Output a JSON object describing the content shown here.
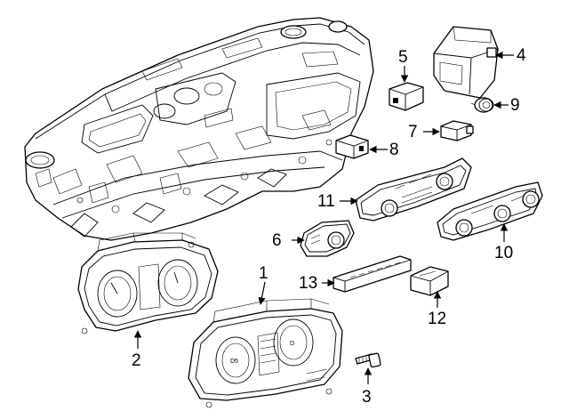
{
  "diagram": {
    "callouts": [
      {
        "id": "1",
        "label": "1"
      },
      {
        "id": "2",
        "label": "2"
      },
      {
        "id": "3",
        "label": "3"
      },
      {
        "id": "4",
        "label": "4"
      },
      {
        "id": "5",
        "label": "5"
      },
      {
        "id": "6",
        "label": "6"
      },
      {
        "id": "7",
        "label": "7"
      },
      {
        "id": "8",
        "label": "8"
      },
      {
        "id": "9",
        "label": "9"
      },
      {
        "id": "10",
        "label": "10"
      },
      {
        "id": "11",
        "label": "11"
      },
      {
        "id": "12",
        "label": "12"
      },
      {
        "id": "13",
        "label": "13"
      }
    ],
    "display_text": {
      "cluster_gear": "D5",
      "cluster_right_gear": "D"
    }
  }
}
